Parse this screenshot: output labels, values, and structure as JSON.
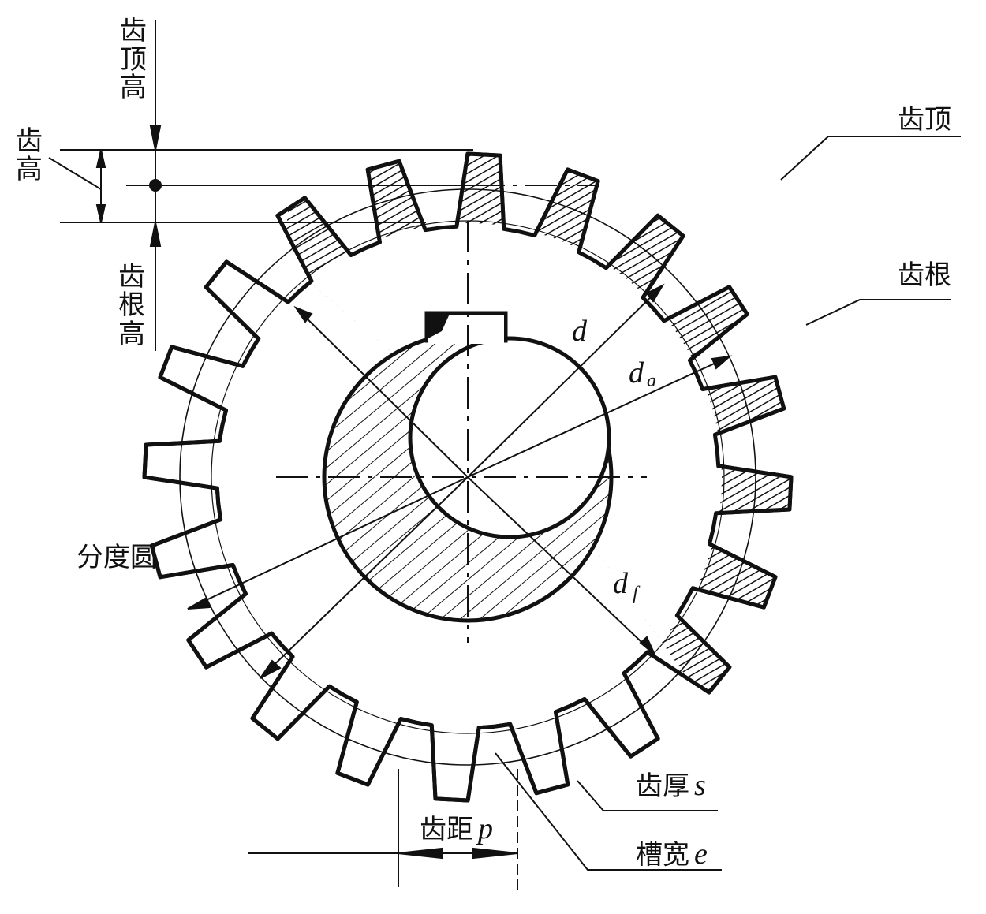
{
  "labels": {
    "addendum_1": "齿",
    "addendum_2": "顶",
    "addendum_3": "高",
    "whole_depth_1": "齿",
    "whole_depth_2": "高",
    "dedendum_1": "齿",
    "dedendum_2": "根",
    "dedendum_3": "高",
    "tooth_tip": "齿顶",
    "tooth_root": "齿根",
    "pitch_circle": "分度圆",
    "tooth_thickness": "齿厚",
    "tooth_thickness_sym": "s",
    "space_width": "槽宽",
    "space_width_sym": "e",
    "pitch": "齿距",
    "pitch_sym": "p",
    "d": "d",
    "da_main": "d",
    "da_sub": "a",
    "df_main": "d",
    "df_sub": "f"
  },
  "colors": {
    "ink": "#111111",
    "background": "#ffffff"
  }
}
